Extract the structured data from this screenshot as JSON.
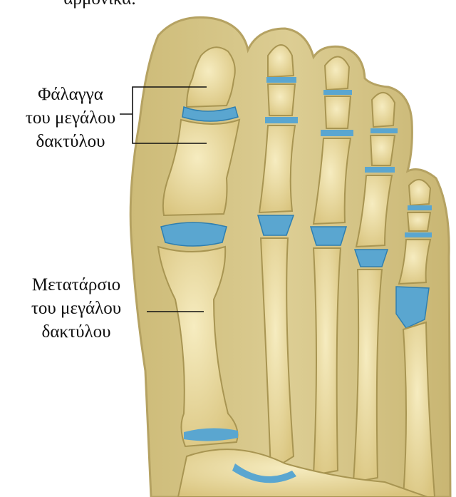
{
  "caption_top": "αρμονικά.",
  "labels": {
    "phalanx": [
      "Φάλαγγα",
      "του μεγάλου",
      "δακτύλου"
    ],
    "metatarsal": [
      "Μετατάρσιο",
      "του μεγάλου",
      "δακτύλου"
    ]
  },
  "colors": {
    "skin": "#d8c98b",
    "skin_edge": "#b8a666",
    "bone": "#eee0a6",
    "bone_edge": "#a89552",
    "cartilage": "#5aa6d0",
    "leader_line": "#111111"
  }
}
